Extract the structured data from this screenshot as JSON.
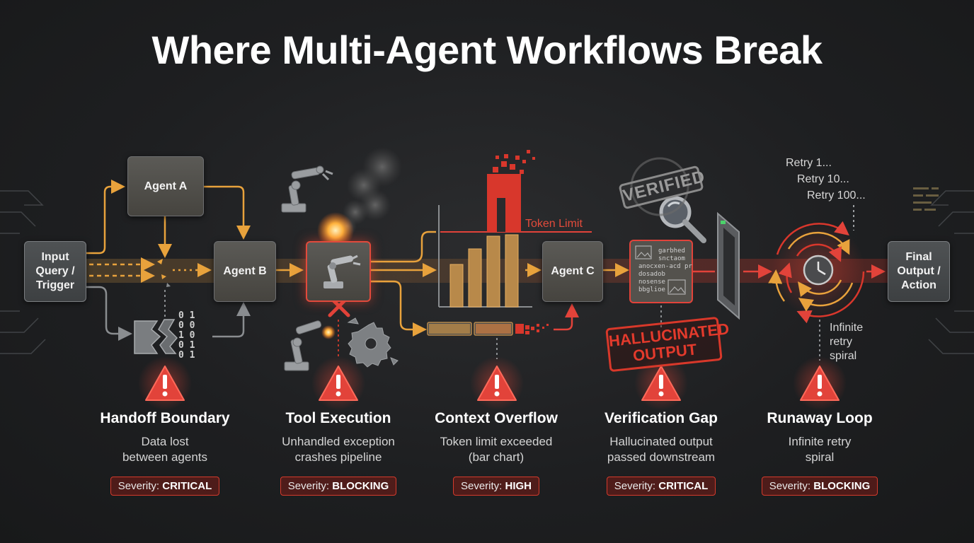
{
  "title": "Where Multi-Agent Workflows Break",
  "nodes": {
    "input": "Input Query / Trigger",
    "agent_a": "Agent A",
    "agent_b": "Agent B",
    "agent_c": "Agent C",
    "final": "Final Output / Action"
  },
  "annotations": {
    "token_limit": "Token Limit",
    "verified_stamp": "VERIFIED",
    "hallucinated_stamp": "HALLUCINATED OUTPUT",
    "retry_1": "Retry 1...",
    "retry_10": "Retry 10...",
    "retry_100": "Retry 100...",
    "spiral_note": "Infinite retry spiral",
    "binary": [
      "0 1",
      "0 0",
      "1 0",
      "0 1",
      "0 1"
    ],
    "doc_lines": [
      "garbhed",
      "snctaom",
      "anocxen-acd pr",
      "dosadob",
      "nosense",
      "bbglioe"
    ]
  },
  "failures": [
    {
      "heading": "Handoff Boundary",
      "desc1": "Data lost",
      "desc2": "between agents",
      "severity_label": "Severity: ",
      "severity": "CRITICAL"
    },
    {
      "heading": "Tool Execution",
      "desc1": "Unhandled exception",
      "desc2": "crashes pipeline",
      "severity_label": "Severity: ",
      "severity": "BLOCKING"
    },
    {
      "heading": "Context Overflow",
      "desc1": "Token limit exceeded",
      "desc2": "(bar chart)",
      "severity_label": "Severity: ",
      "severity": "HIGH"
    },
    {
      "heading": "Verification Gap",
      "desc1": "Hallucinated output",
      "desc2": "passed downstream",
      "severity_label": "Severity: ",
      "severity": "CRITICAL"
    },
    {
      "heading": "Runaway Loop",
      "desc1": "Infinite retry",
      "desc2": "spiral",
      "severity_label": "Severity: ",
      "severity": "BLOCKING"
    }
  ],
  "colors": {
    "flow": "#e8a23c",
    "alert": "#e2433a",
    "node": "#4e4d49",
    "background": "#1e1f21"
  }
}
